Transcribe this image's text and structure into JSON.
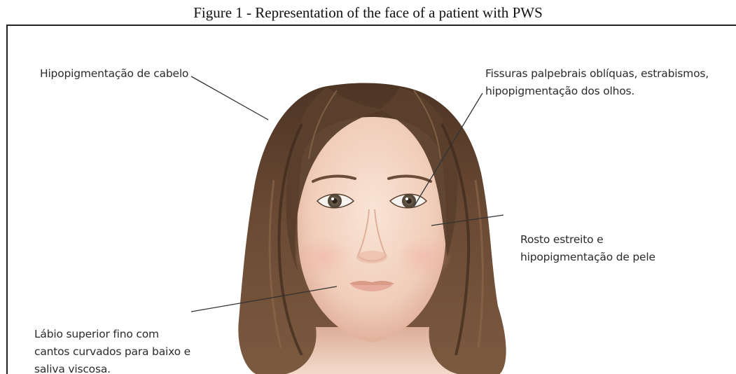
{
  "figure": {
    "caption": "Figure 1 - Representation of the face of a patient with PWS"
  },
  "illustration": {
    "subject": "illustrated-face",
    "hair_color": "#5a3f2c",
    "skin_color": "#f2d0bd",
    "eye_color": "#6a5e4c",
    "lip_color": "#d99a88"
  },
  "annotations": {
    "hair": {
      "lines": [
        "Hipopigmentação de cabelo"
      ]
    },
    "eyes": {
      "lines": [
        "Fissuras palpebrais oblíquas, estrabismos,",
        "hipopigmentação dos olhos."
      ]
    },
    "face": {
      "lines": [
        "Rosto estreito e",
        "hipopigmentação de pele"
      ]
    },
    "lip": {
      "lines": [
        "Lábio superior fino com",
        "cantos curvados para baixo e",
        "saliva viscosa."
      ]
    }
  }
}
